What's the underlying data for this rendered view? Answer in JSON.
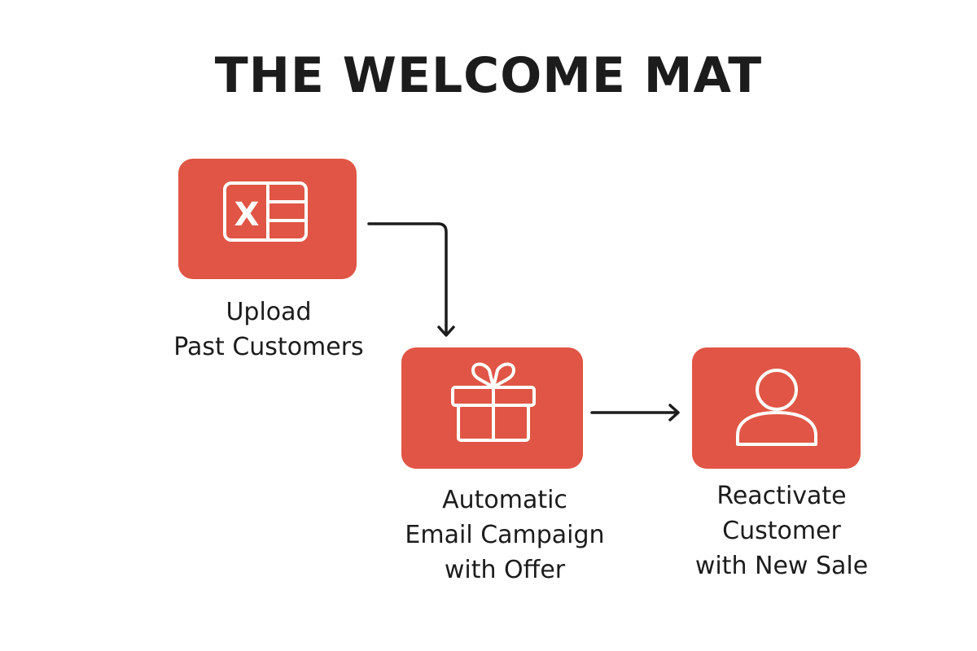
{
  "title": "THE WELCOME MAT",
  "colors": {
    "box_fill": "#e05545",
    "icon_stroke": "#ffffff",
    "text": "#1c1c1c",
    "connector": "#1c1c1c"
  },
  "steps": [
    {
      "id": "upload",
      "icon": "spreadsheet-excel-icon",
      "icon_letter": "X",
      "label_lines": [
        "Upload",
        "Past Customers"
      ]
    },
    {
      "id": "email",
      "icon": "gift-icon",
      "label_lines": [
        "Automatic",
        "Email Campaign",
        "with Offer"
      ]
    },
    {
      "id": "reactivate",
      "icon": "user-icon",
      "label_lines": [
        "Reactivate",
        "Customer",
        "with New Sale"
      ]
    }
  ],
  "connectors": [
    {
      "from": "upload",
      "to": "email",
      "shape": "elbow-down"
    },
    {
      "from": "email",
      "to": "reactivate",
      "shape": "straight-right"
    }
  ]
}
